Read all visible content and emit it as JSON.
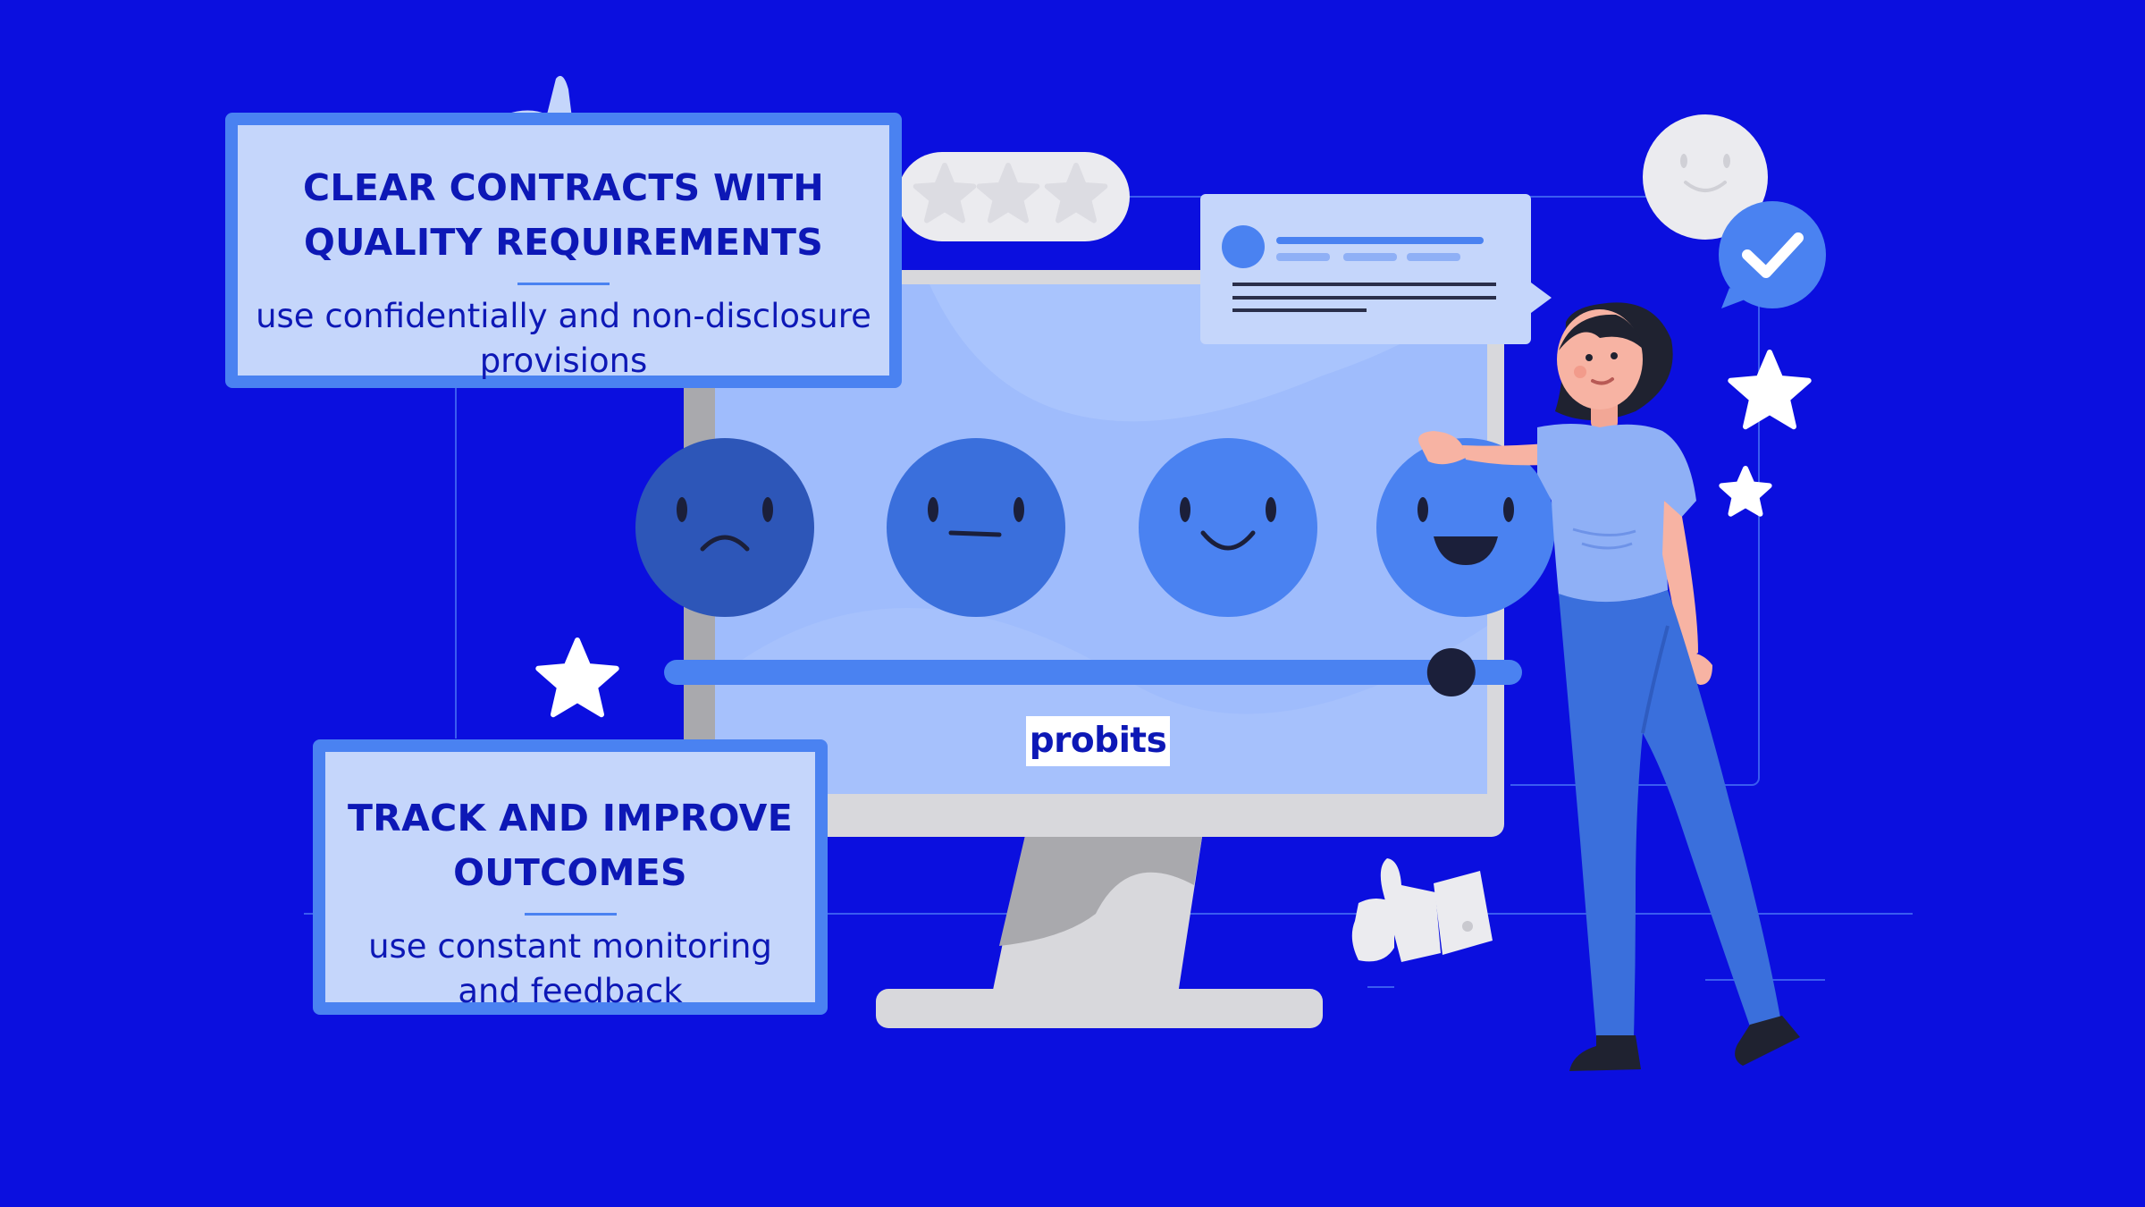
{
  "cards": [
    {
      "title_line1": "CLEAR CONTRACTS WITH",
      "title_line2": "QUALITY REQUIREMENTS",
      "text_line1": "use confidentially and non-disclosure",
      "text_line2": "provisions"
    },
    {
      "title_line1": "TRACK AND IMPROVE",
      "title_line2": "OUTCOMES",
      "text_line1": "use constant monitoring",
      "text_line2": "and feedback"
    }
  ],
  "brand": "probits",
  "rating": {
    "faces": [
      "sad-face-icon",
      "neutral-face-icon",
      "smile-face-icon",
      "laughing-face-icon"
    ],
    "slider_level": 0.93,
    "stars_total": 3
  },
  "colors": {
    "background": "#0b0fdf",
    "accent": "#4a82f1",
    "card_fill": "#c5d6fb",
    "text": "#0d18b6"
  }
}
